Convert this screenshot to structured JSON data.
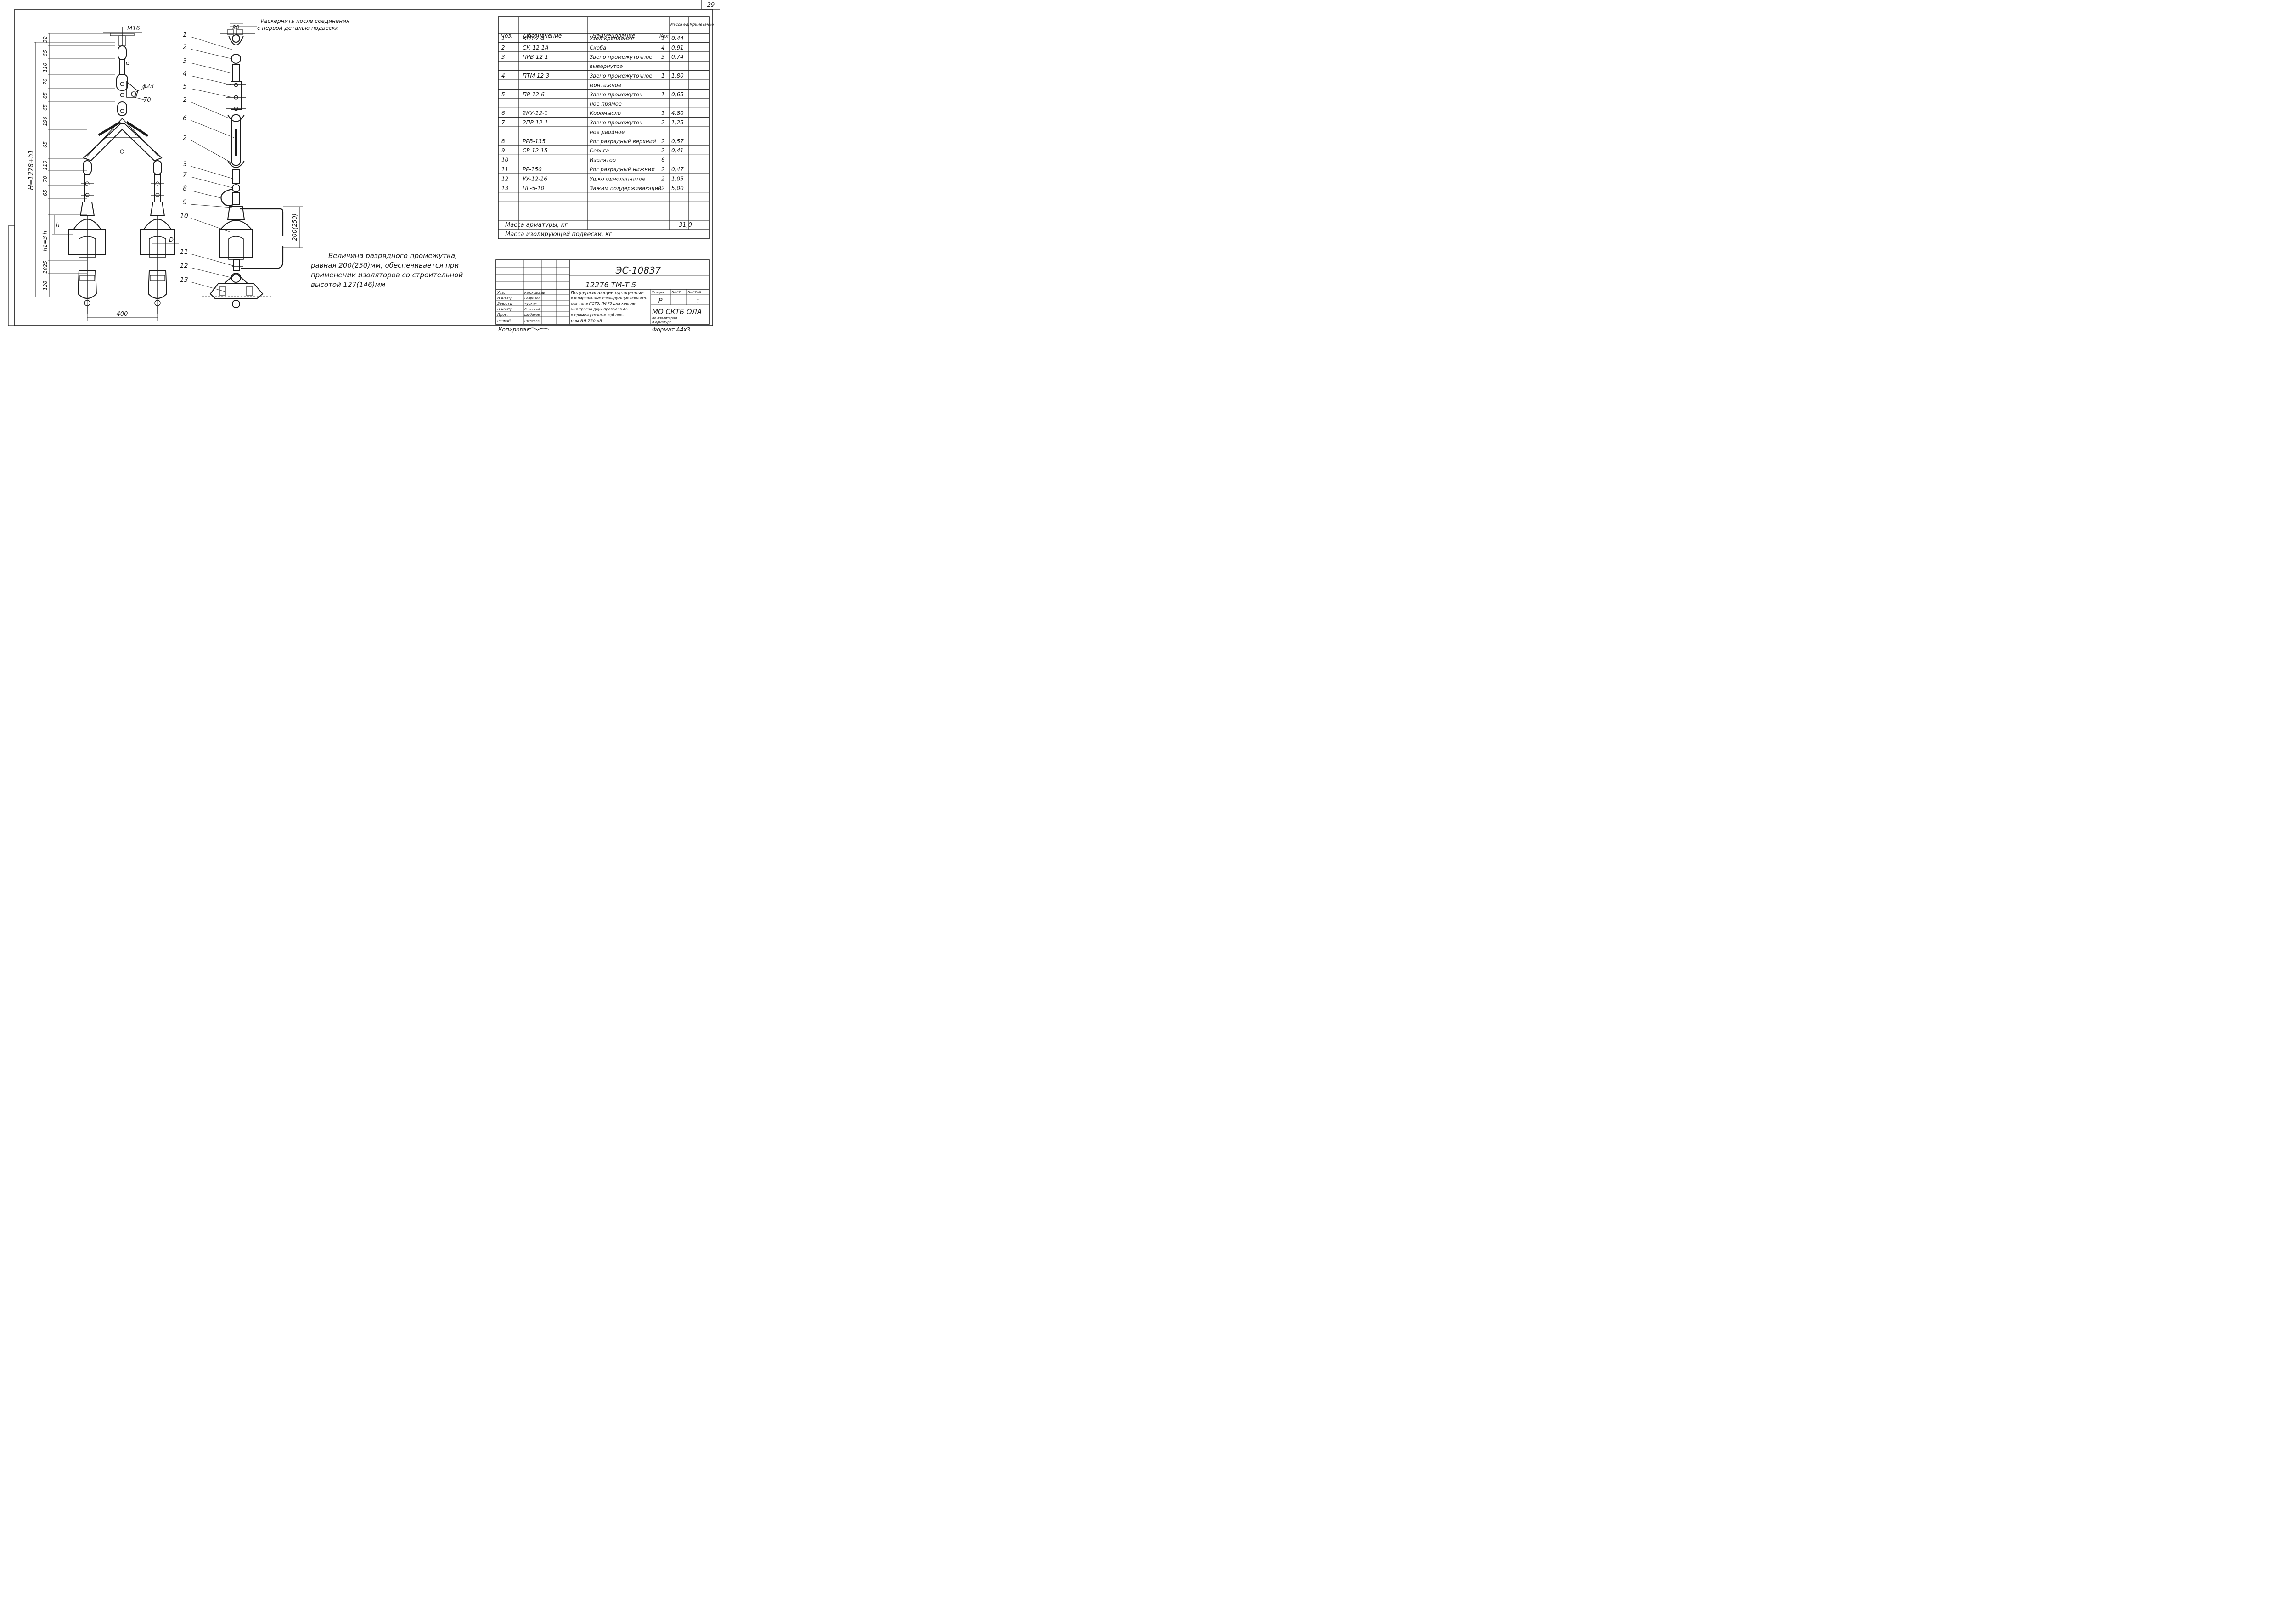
{
  "sheet_number": "29",
  "left_drawing": {
    "labels": {
      "thread": "М16",
      "hole": "ϕ23",
      "offset": "70",
      "width": "400",
      "h": "h",
      "D": "D"
    },
    "total_height": "H=1278+h1",
    "insulator_height": "h1=3 h",
    "dims": [
      "32",
      "65",
      "110",
      "70",
      "85",
      "65",
      "190",
      "65",
      "110",
      "70",
      "65",
      "",
      "",
      "1025",
      "128"
    ]
  },
  "middle_drawing": {
    "note_line1": "Раскернить после соединения",
    "note_line2": "с первой деталью подвески",
    "top_dim": "80",
    "gap_dim": "200(250)",
    "callouts": [
      "1",
      "2",
      "3",
      "4",
      "5",
      "2",
      "6",
      "2",
      "3",
      "7",
      "8",
      "9",
      "10",
      "11",
      "12",
      "13"
    ]
  },
  "note": {
    "line1": "Величина разрядного промежутка,",
    "line2": "равная 200(250)мм, обеспечивается при",
    "line3": "применении изоляторов со строительной",
    "line4": "высотой 127(146)мм"
  },
  "spec_table": {
    "headers": [
      "Поз.",
      "Обозначение",
      "Наименование",
      "Кол",
      "Масса ед. кг",
      "Примечание"
    ],
    "rows": [
      [
        "1",
        "КГП-7-3",
        "Узел крепления",
        "1",
        "0,44",
        ""
      ],
      [
        "2",
        "СК-12-1А",
        "Скоба",
        "4",
        "0,91",
        ""
      ],
      [
        "3",
        "ПРВ-12-1",
        "Звено промежуточное",
        "3",
        "0,74",
        ""
      ],
      [
        "",
        "",
        "вывернутое",
        "",
        "",
        ""
      ],
      [
        "4",
        "ПТМ-12-3",
        "Звено промежуточное",
        "1",
        "1,80",
        ""
      ],
      [
        "",
        "",
        "монтажное",
        "",
        "",
        ""
      ],
      [
        "5",
        "ПР-12-6",
        "Звено промежуточ-",
        "1",
        "0,65",
        ""
      ],
      [
        "",
        "",
        "ное прямое",
        "",
        "",
        ""
      ],
      [
        "6",
        "2КУ-12-1",
        "Коромысло",
        "1",
        "4,80",
        ""
      ],
      [
        "7",
        "2ПР-12-1",
        "Звено промежуточ-",
        "2",
        "1,25",
        ""
      ],
      [
        "",
        "",
        "ное двойное",
        "",
        "",
        ""
      ],
      [
        "8",
        "РРВ-135",
        "Рог разрядный верхний",
        "2",
        "0,57",
        ""
      ],
      [
        "9",
        "СР-12-15",
        "Серьга",
        "2",
        "0,41",
        ""
      ],
      [
        "10",
        "",
        "Изолятор",
        "6",
        "",
        ""
      ],
      [
        "11",
        "РР-150",
        "Рог разрядный нижний",
        "2",
        "0,47",
        ""
      ],
      [
        "12",
        "УУ-12-16",
        "Ушко однолапчатое",
        "2",
        "1,05",
        ""
      ],
      [
        "13",
        "ПГ-5-10",
        "Зажим поддерживающий",
        "2",
        "5,00",
        ""
      ],
      [
        "",
        "",
        "",
        "",
        "",
        ""
      ],
      [
        "",
        "",
        "",
        "",
        "",
        ""
      ],
      [
        "",
        "",
        "",
        "",
        "",
        ""
      ]
    ],
    "mass_armature_label": "Масса арматуры, кг",
    "mass_armature_value": "31,0",
    "mass_insulating_label": "Масса изолирующей подвески, кг"
  },
  "title_block": {
    "code": "ЭС-10837",
    "drawing_no": "12276 ТМ-Т.5",
    "roles": [
      "Утв.",
      "Н.контр",
      "Зав.отд",
      "Н.контр",
      "Пров.",
      "Разраб."
    ],
    "names": [
      "Крюковский",
      "Гаврилов",
      "Чуркин",
      "Глусский",
      "Шабанов",
      "Шевкова"
    ],
    "title_lines": [
      "Поддерживающие одноцепные",
      "изолированные изолирующие изолято-",
      "ров типа ПС70, ПФ70 для крепле-",
      "ния тросов двух проводов АС",
      "к промежуточным ж/б опо-",
      "рам ВЛ 750 кВ"
    ],
    "stage_label": "Стадия",
    "sheet_label": "Лист",
    "sheets_label": "Листов",
    "stage": "Р",
    "sheet": "",
    "sheets": "1",
    "org_line1": "МО СКТБ ОЛА",
    "org_line2": "по изоляторам",
    "org_line3": "и арматуре"
  },
  "footer": {
    "copied": "Копировал:",
    "format": "Формат А4х3"
  }
}
